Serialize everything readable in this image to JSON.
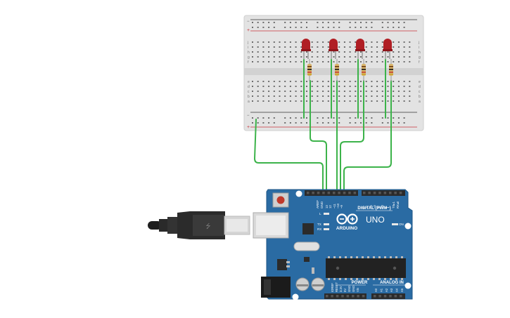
{
  "board": {
    "brand": "ARDUINO",
    "model": "UNO",
    "digital_label": "DIGITAL (PWM~)",
    "power_label": "POWER",
    "analog_label": "ANALOG IN",
    "on_label": "ON",
    "led_l": "L",
    "led_tx": "TX",
    "led_rx": "RX",
    "ioref": "IOREF",
    "reset": "RESET",
    "v33": "3.3V",
    "v5": "5V",
    "gnd": "GND",
    "vin": "Vin",
    "aref": "AREF",
    "digital_pins": [
      "13",
      "12",
      "~11",
      "~10",
      "~9",
      "8",
      "7",
      "~6",
      "~5",
      "4",
      "~3",
      "2",
      "TX▸1",
      "RX◂0"
    ],
    "analog_pins": [
      "A0",
      "A1",
      "A2",
      "A3",
      "A4",
      "A5"
    ]
  },
  "breadboard": {
    "row_letters_top": [
      "j",
      "i",
      "h",
      "g",
      "f"
    ],
    "row_letters_bottom": [
      "e",
      "d",
      "c",
      "b",
      "a"
    ],
    "rail_minus": "−",
    "rail_plus": "+"
  },
  "colors": {
    "board_blue": "#2a6ba3",
    "wire_green": "#3cb34a",
    "led_red": "#b01e24",
    "breadboard": "#e6e6e6"
  },
  "leds": {
    "count": 4
  }
}
